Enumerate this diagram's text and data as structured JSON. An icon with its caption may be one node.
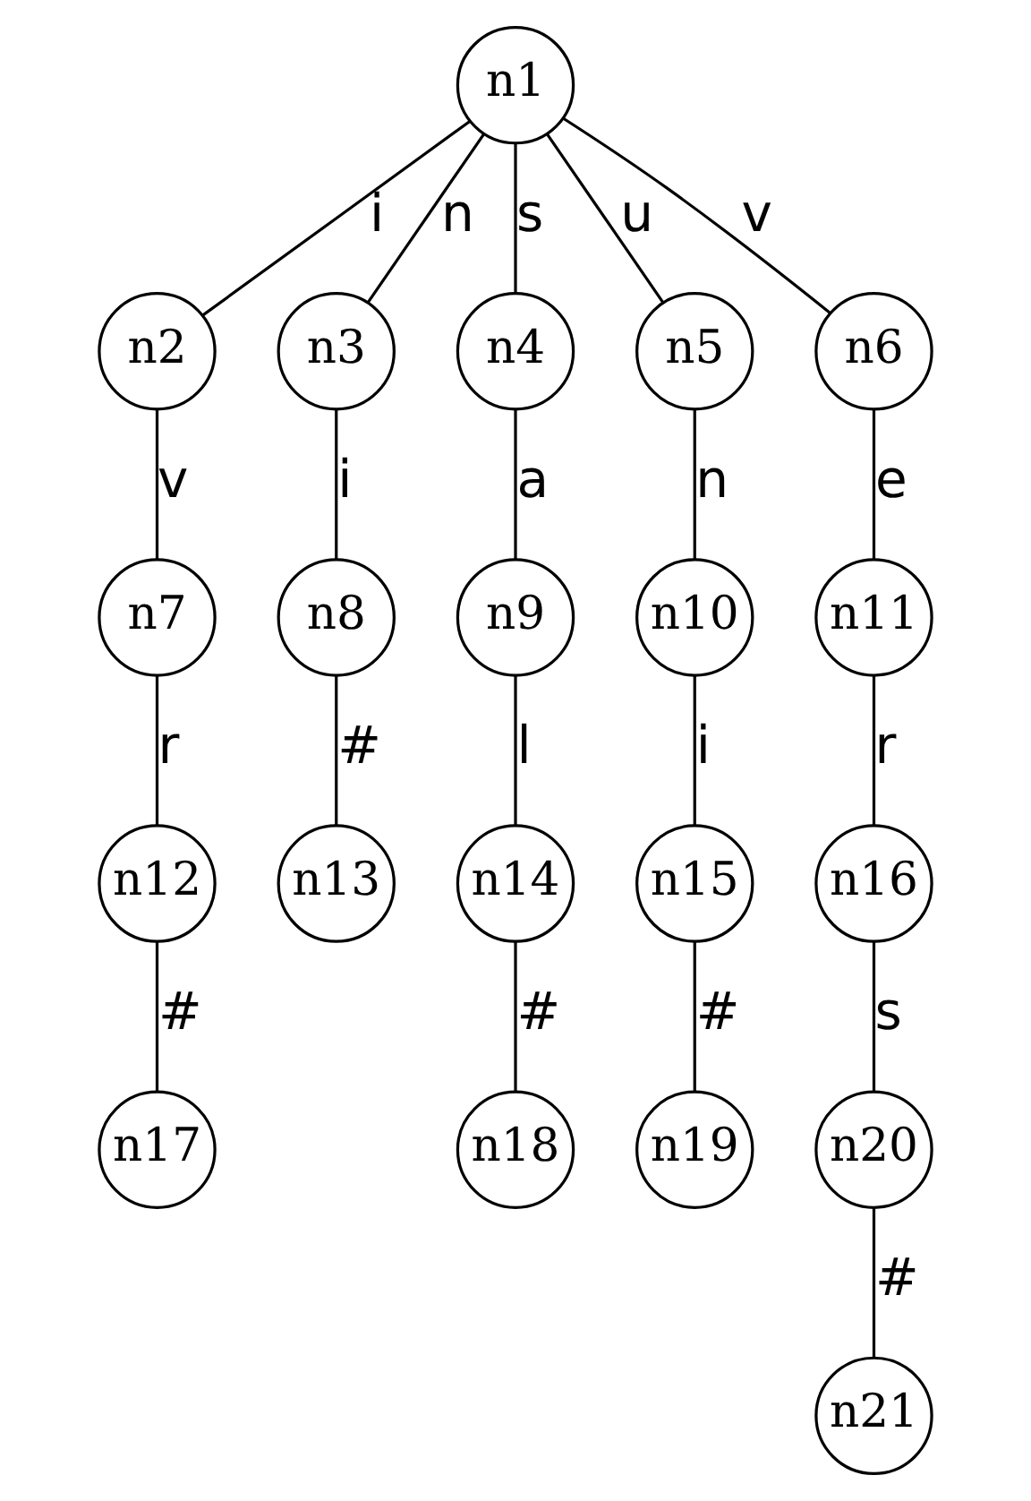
{
  "diagram": {
    "nodes": [
      {
        "text": [
          "n1"
        ]
      },
      {
        "text": [
          "n2"
        ]
      },
      {
        "text": [
          "n3"
        ]
      },
      {
        "text": [
          "n4"
        ]
      },
      {
        "text": [
          "n5"
        ]
      },
      {
        "text": [
          "n6"
        ]
      },
      {
        "text": [
          "n7"
        ]
      },
      {
        "text": [
          "n8"
        ]
      },
      {
        "text": [
          "n9"
        ]
      },
      {
        "text": [
          "n10"
        ]
      },
      {
        "text": [
          "n11"
        ]
      },
      {
        "text": [
          "n12"
        ]
      },
      {
        "text": [
          "n13"
        ]
      },
      {
        "text": [
          "n14"
        ]
      },
      {
        "text": [
          "n15"
        ]
      },
      {
        "text": [
          "n16"
        ]
      },
      {
        "text": [
          "n17"
        ]
      },
      {
        "text": [
          "n18"
        ]
      },
      {
        "text": [
          "n19"
        ]
      },
      {
        "text": [
          "n20"
        ]
      },
      {
        "text": [
          "n21"
        ]
      }
    ],
    "edges": [
      {
        "from": 0,
        "to": 1,
        "arrow": "none",
        "label": "i"
      },
      {
        "from": 0,
        "to": 2,
        "arrow": "none",
        "label": "n"
      },
      {
        "from": 0,
        "to": 3,
        "arrow": "none",
        "label": "s"
      },
      {
        "from": 0,
        "to": 4,
        "arrow": "none",
        "label": "u"
      },
      {
        "from": 0,
        "to": 5,
        "arrow": "none",
        "label": "v"
      },
      {
        "from": 1,
        "to": 6,
        "arrow": "none",
        "label": "v"
      },
      {
        "from": 2,
        "to": 7,
        "arrow": "none",
        "label": "i"
      },
      {
        "from": 3,
        "to": 8,
        "arrow": "none",
        "label": "a"
      },
      {
        "from": 4,
        "to": 9,
        "arrow": "none",
        "label": "n"
      },
      {
        "from": 5,
        "to": 10,
        "arrow": "none",
        "label": "e"
      },
      {
        "from": 6,
        "to": 11,
        "arrow": "none",
        "label": "r"
      },
      {
        "from": 7,
        "to": 12,
        "arrow": "none",
        "label": "#"
      },
      {
        "from": 8,
        "to": 13,
        "arrow": "none",
        "label": "l"
      },
      {
        "from": 9,
        "to": 14,
        "arrow": "none",
        "label": "i"
      },
      {
        "from": 10,
        "to": 15,
        "arrow": "none",
        "label": "r"
      },
      {
        "from": 11,
        "to": 16,
        "arrow": "none",
        "label": "#"
      },
      {
        "from": 13,
        "to": 17,
        "arrow": "none",
        "label": "#"
      },
      {
        "from": 14,
        "to": 18,
        "arrow": "none",
        "label": "#"
      },
      {
        "from": 15,
        "to": 19,
        "arrow": "none",
        "label": "s"
      },
      {
        "from": 19,
        "to": 20,
        "arrow": "none",
        "label": "#"
      }
    ]
  }
}
